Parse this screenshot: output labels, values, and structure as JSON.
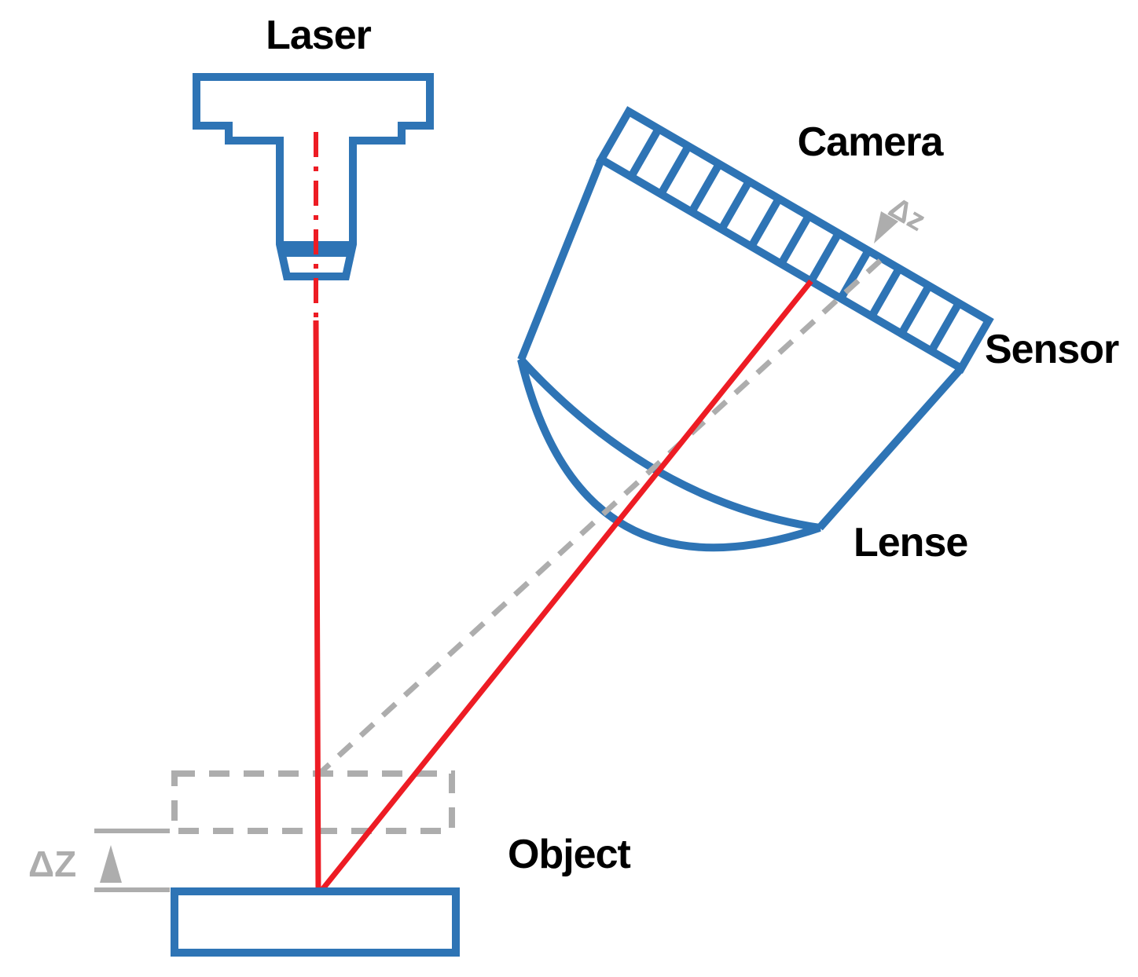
{
  "diagram": {
    "labels": {
      "laser": "Laser",
      "camera": "Camera",
      "sensor": "Sensor",
      "lense": "Lense",
      "object": "Object",
      "delta_z_sensor": "Δz",
      "delta_z_object": "ΔZ"
    },
    "colors": {
      "device_blue": "#2E74B5",
      "beam_red": "#ED1C24",
      "annotation_gray": "#ADADAD",
      "text_black": "#000000",
      "background": "#FFFFFF"
    }
  }
}
